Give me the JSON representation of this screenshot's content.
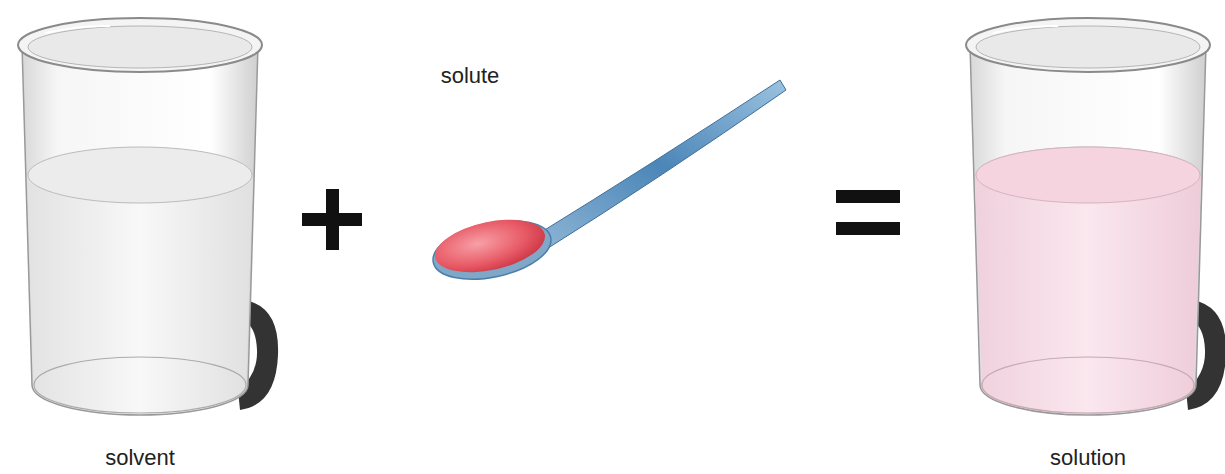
{
  "diagram": {
    "labels": [
      "solvent",
      "solute",
      "solution"
    ]
  }
}
